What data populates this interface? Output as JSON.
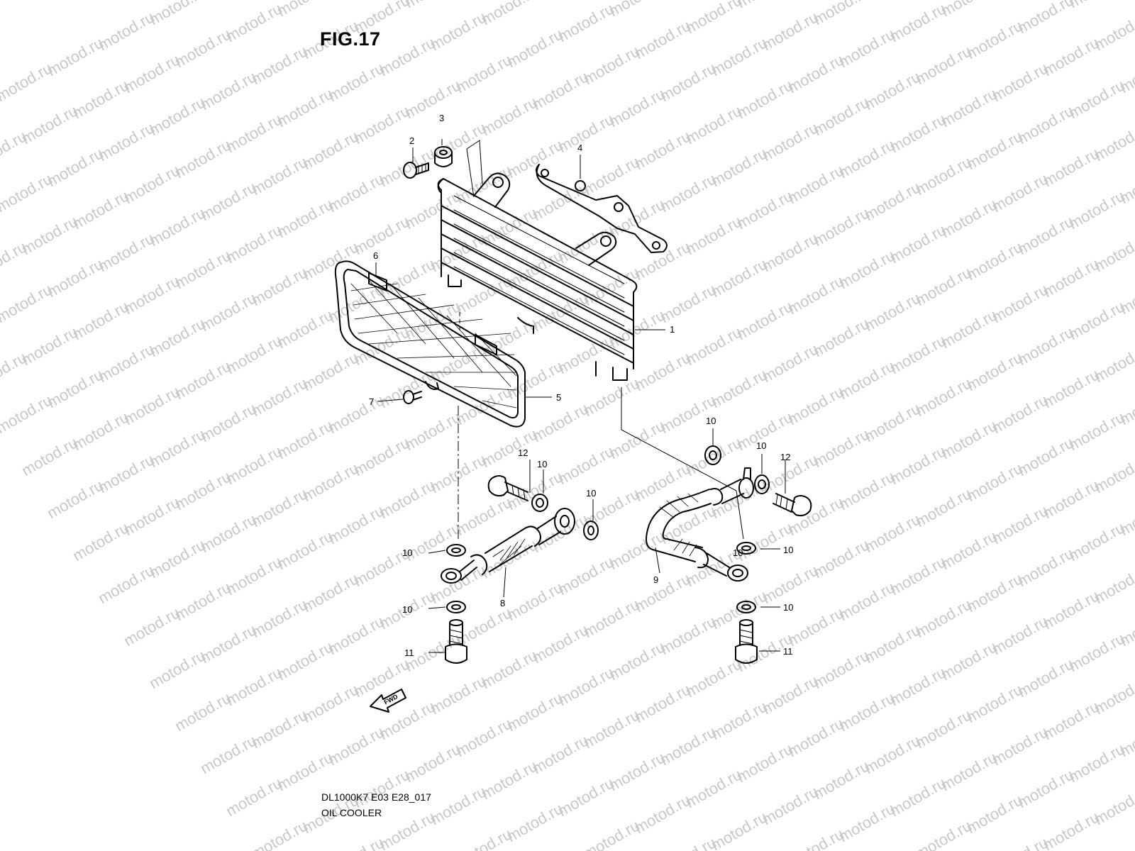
{
  "figure": {
    "title": "FIG.17",
    "code": "DL1000K7 E03 E28_017",
    "caption": "OIL COOLER"
  },
  "watermark": {
    "text": "motod.ru"
  },
  "fwd_arrow": {
    "label": "FWD"
  },
  "callouts": [
    "1",
    "2",
    "3",
    "4",
    "5",
    "6",
    "7",
    "8",
    "9",
    "10",
    "10",
    "10",
    "10",
    "10",
    "10",
    "10",
    "10",
    "10",
    "11",
    "11",
    "12",
    "12"
  ],
  "colors": {
    "line": "#000000",
    "watermark": "#c8c8c8",
    "background": "#ffffff"
  }
}
